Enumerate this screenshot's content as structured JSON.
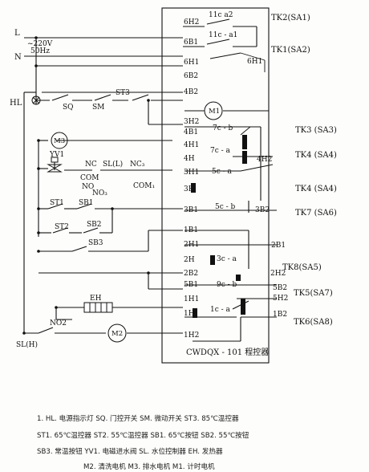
{
  "labels": {
    "L": "L",
    "voltage": "~220V",
    "frequency": "50Hz",
    "N": "N",
    "HL": "HL",
    "SQ": "SQ",
    "SM": "SM",
    "ST3": "ST3",
    "M1": "M1",
    "M3": "M3",
    "YV1": "YV1",
    "NC": "NC",
    "SL_L": "SL(L)",
    "NC3": "NC₃",
    "COM": "COM",
    "COM1": "COM₁",
    "NO": "NO",
    "NO3": "NO₃",
    "ST1": "ST1",
    "SB1": "SB1",
    "ST2": "ST2",
    "SB2": "SB2",
    "SB3": "SB3",
    "EH": "EH",
    "M2": "M2",
    "NO2": "NO2",
    "SL_H": "SL(H)"
  },
  "terminals": {
    "6h2": "6H2",
    "6b1": "6B1",
    "6h1_left": "6H1",
    "6h1_right": "6H1",
    "6b2": "6B2",
    "4b2": "4B2",
    "3h2": "3H2",
    "4b1": "4B1",
    "4h1": "4H1",
    "4h": "4H",
    "3h1": "3H1",
    "3h": "3H",
    "3b1": "3B1",
    "1b1": "1B1",
    "2h1": "2H1",
    "2h": "2H",
    "2b2": "2B2",
    "5b1": "5B1",
    "1h1": "1H1",
    "1h": "1H",
    "1h2": "1H2",
    "4h2": "4H2",
    "3b2": "3B2",
    "2b1": "2B1",
    "2h2": "2H2",
    "5b2": "5B2",
    "5h2": "5H2",
    "1b2": "1B2"
  },
  "contacts": {
    "11c_a2": "11c  a2",
    "11c_a1": "11c - a1",
    "7c_b": "7c - b",
    "7c_a": "7c - a",
    "5c_a": "5c - a",
    "5c_b": "5c - b",
    "3c_a": "3c - a",
    "9c_b": "9c - b",
    "1c_a": "1c - a"
  },
  "tk": {
    "tk2": "TK2(SA1)",
    "tk1": "TK1(SA2)",
    "tk3": "TK3 (SA3)",
    "tk4a": "TK4 (SA4)",
    "tk4b": "TK4 (SA4)",
    "tk7": "TK7  (SA6)",
    "tk8": "TK8(SA5)",
    "tk5": "TK5(SA7)",
    "tk6": "TK6(SA8)"
  },
  "controller": {
    "name": "CWDQX - 101 程控器"
  },
  "legend": [
    "1. HL. 电源指示灯  SQ. 门控开关  SM. 微动开关  ST3. 85℃温控器",
    "ST1. 65℃温控器  ST2. 55℃温控器  SB1. 65℃按钮  SB2. 55℃按钮",
    "SB3. 常温按钮  YV1. 电磁进水阀  SL. 水位控制器  EH. 发热器",
    "M2. 清洗电机  M3. 排水电机  M1. 计时电机"
  ]
}
